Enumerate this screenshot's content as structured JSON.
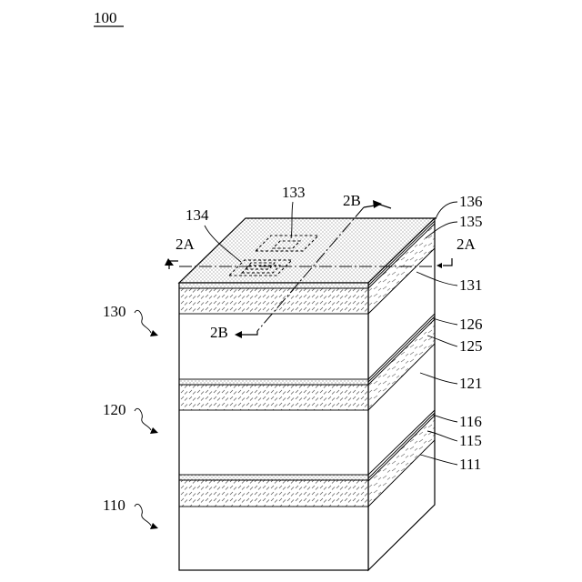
{
  "figure": {
    "ref": "100",
    "stacks": [
      "130",
      "120",
      "110"
    ],
    "layers_right": [
      "136",
      "135",
      "131",
      "126",
      "125",
      "121",
      "116",
      "115",
      "111"
    ],
    "top_features": [
      "133",
      "134"
    ],
    "sections": {
      "a": "2A",
      "b": "2B"
    }
  }
}
